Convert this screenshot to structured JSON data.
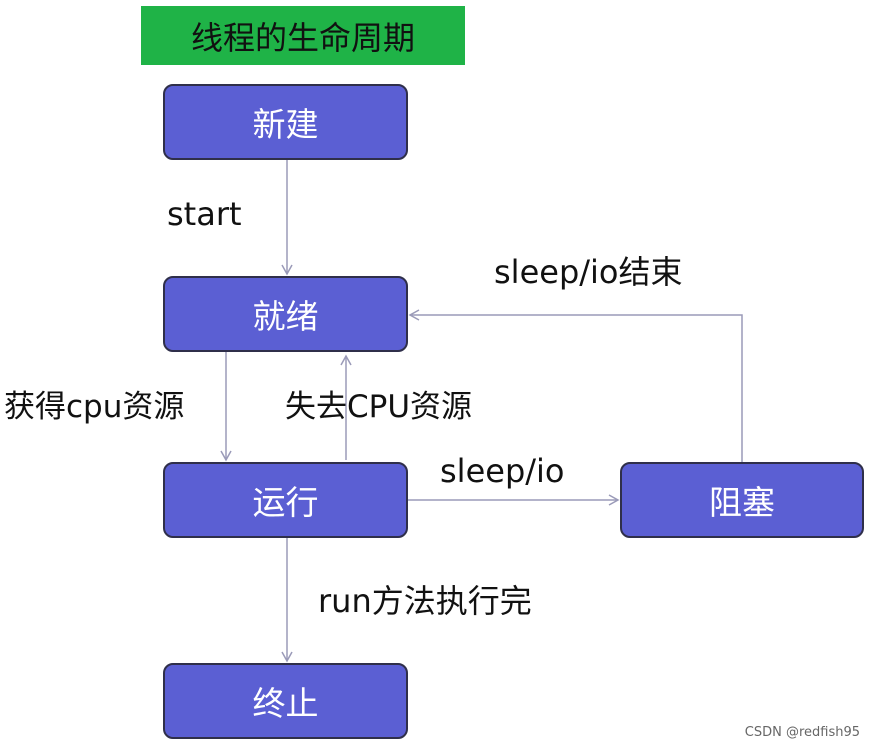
{
  "title": "线程的生命周期",
  "states": {
    "new": "新建",
    "ready": "就绪",
    "running": "运行",
    "blocked": "阻塞",
    "terminated": "终止"
  },
  "transitions": {
    "start": "start",
    "get_cpu": "获得cpu资源",
    "lose_cpu": "失去CPU资源",
    "sleep_io": "sleep/io",
    "sleep_io_end": "sleep/io结束",
    "run_done": "run方法执行完"
  },
  "watermark": "CSDN @redfish95",
  "colors": {
    "title_bg": "#1fb347",
    "state_fill": "#5b5fd3",
    "state_border": "#2f2f4a",
    "arrow": "#9a9ab8"
  }
}
